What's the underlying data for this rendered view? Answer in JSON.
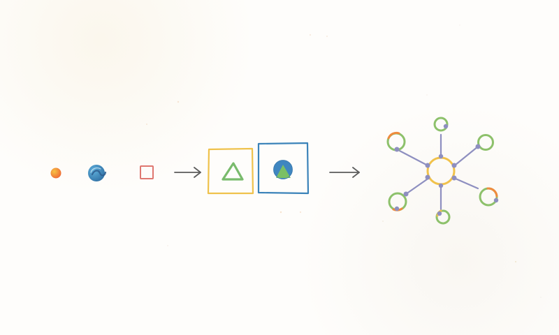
{
  "colors": {
    "background": "#fefdfb",
    "orange": "#ef8b3e",
    "blue": "#3b83b9",
    "red": "#df7770",
    "gray": "#5b5b5b",
    "yellow": "#efc24c",
    "green": "#78b968",
    "purple_gray": "#8e8fc0",
    "speck": "#f2d6c0"
  },
  "icons": {
    "small_dot": "orange-dot-icon",
    "wave_ball": "blue-wave-ball-icon",
    "small_square": "red-square-icon",
    "triangle": "green-triangle-icon",
    "mountain_circle": "blue-circle-mountain-icon",
    "network": "network-hub-icon"
  },
  "diagram": {
    "stages": [
      {
        "name": "elements"
      },
      {
        "name": "framed-shapes"
      },
      {
        "name": "network"
      }
    ],
    "connector_count": 2,
    "network_nodes": 6
  }
}
